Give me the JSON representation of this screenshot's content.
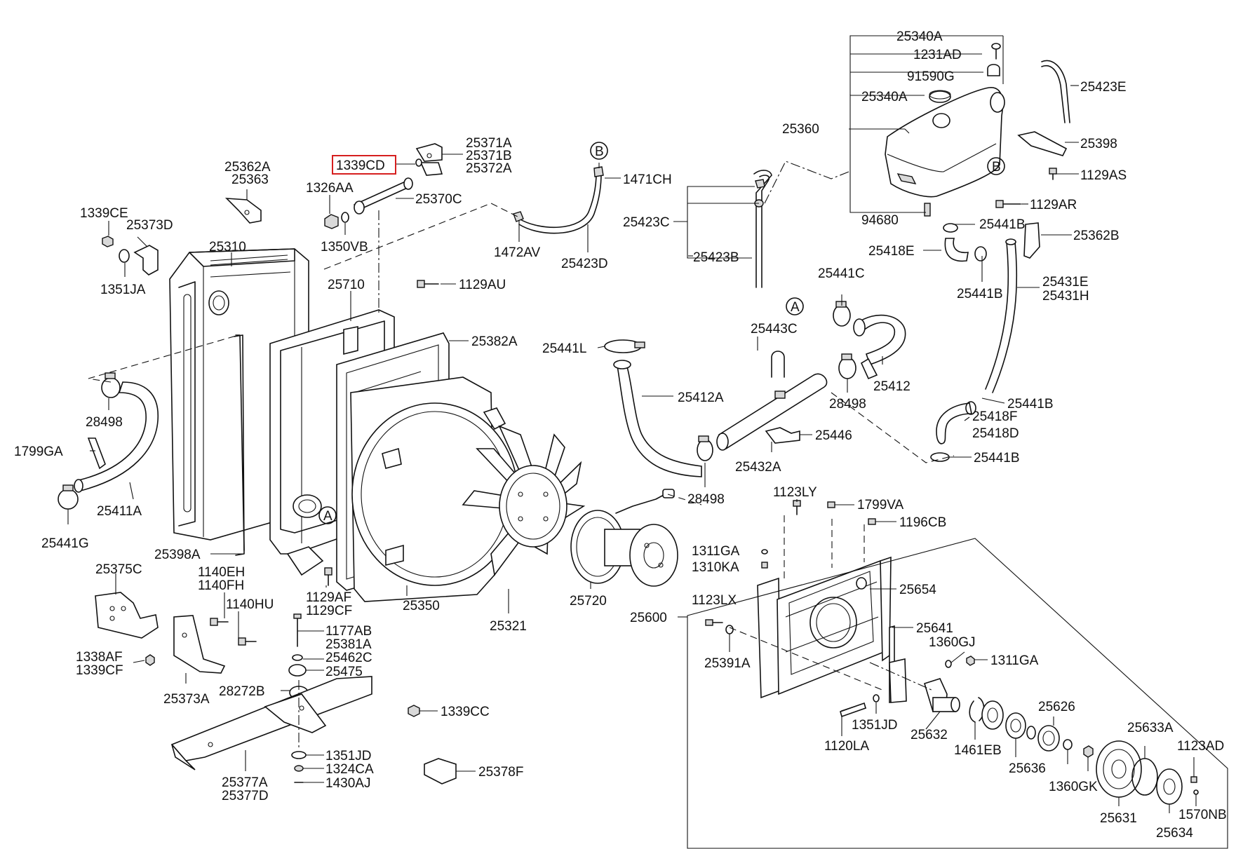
{
  "highlighted_part": "1339CD",
  "labels": {
    "l25340A_top": "25340A",
    "l1231AD": "1231AD",
    "l91590G": "91590G",
    "l25340A_cap": "25340A",
    "l25423E": "25423E",
    "l25360": "25360",
    "l25398": "25398",
    "l1129AS": "1129AS",
    "lB_tank": "B",
    "l1129AR": "1129AR",
    "l94680": "94680",
    "l25441B_1": "25441B",
    "l25362B": "25362B",
    "l25418E": "25418E",
    "l25441B_2": "25441B",
    "l25431E": "25431E",
    "l25431H": "25431H",
    "l25441B_3": "25441B",
    "l25418F": "25418F",
    "l25418D": "25418D",
    "l25441B_4": "25441B",
    "lB_top": "B",
    "l1471CH": "1471CH",
    "l25423C": "25423C",
    "l25423B": "25423B",
    "l1472AV": "1472AV",
    "l25423D": "25423D",
    "l25371A": "25371A",
    "l25371B": "25371B",
    "l25372A": "25372A",
    "l1339CD": "1339CD",
    "l1326AA": "1326AA",
    "l25370C": "25370C",
    "l1350VB": "1350VB",
    "l25362A": "25362A",
    "l25363": "25363",
    "l1339CE": "1339CE",
    "l25373D": "25373D",
    "l25310": "25310",
    "l1351JA": "1351JA",
    "l25710": "25710",
    "l1129AU": "1129AU",
    "l25382A": "25382A",
    "l25441C": "25441C",
    "lA_top": "A",
    "l25443C": "25443C",
    "l25441L": "25441L",
    "l25412": "25412",
    "l28498_r": "28498",
    "l25412A": "25412A",
    "l25446": "25446",
    "l25432A": "25432A",
    "l28498_c": "28498",
    "l28498_l": "28498",
    "l1799GA": "1799GA",
    "l25411A": "25411A",
    "l25441G": "25441G",
    "lA_left": "A",
    "l25398A": "25398A",
    "l1140EH": "1140EH",
    "l1140FH": "1140FH",
    "l1140HU": "1140HU",
    "l25375C": "25375C",
    "l1129AF": "1129AF",
    "l1129CF": "1129CF",
    "l25350": "25350",
    "l25321": "25321",
    "l25720": "25720",
    "l1177AB": "1177AB",
    "l25381A": "25381A",
    "l25462C": "25462C",
    "l25475": "25475",
    "l1338AF": "1338AF",
    "l1339CF": "1339CF",
    "l25373A": "25373A",
    "l28272B": "28272B",
    "l1339CC": "1339CC",
    "l1351JD_l": "1351JD",
    "l1324CA": "1324CA",
    "l1430AJ": "1430AJ",
    "l25377A": "25377A",
    "l25377D": "25377D",
    "l25378F": "25378F",
    "l1123LY": "1123LY",
    "l1799VA": "1799VA",
    "l1196CB": "1196CB",
    "l1311GA_t": "1311GA",
    "l1310KA": "1310KA",
    "l25654": "25654",
    "l1123LX": "1123LX",
    "l25600": "25600",
    "l25641": "25641",
    "l1360GJ": "1360GJ",
    "l1311GA_r": "1311GA",
    "l25391A": "25391A",
    "l25626": "25626",
    "l25633A": "25633A",
    "l1351JD_r": "1351JD",
    "l25632": "25632",
    "l1461EB": "1461EB",
    "l1120LA": "1120LA",
    "l25636": "25636",
    "l1123AD": "1123AD",
    "l1360GK": "1360GK",
    "l25631": "25631",
    "l1570NB": "1570NB",
    "l25634": "25634"
  }
}
